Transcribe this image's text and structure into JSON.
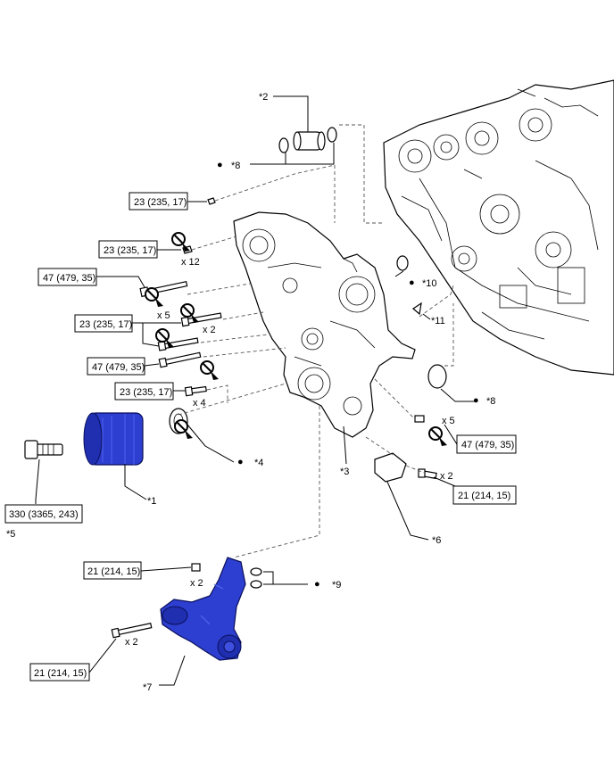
{
  "callouts": {
    "c2": "*2",
    "c8a": "*8",
    "c10": "*10",
    "c11": "*11",
    "c8b": "*8",
    "c4": "*4",
    "c3": "*3",
    "c1": "*1",
    "c5": "*5",
    "c6": "*6",
    "c9": "*9",
    "c7": "*7"
  },
  "bullet": "●",
  "torques": {
    "t1": "23 (235, 17)",
    "t2": "23 (235, 17)",
    "t3": "47 (479, 35)",
    "t4": "23 (235, 17)",
    "t5": "47 (479, 35)",
    "t6": "23 (235, 17)",
    "t7": "47 (479, 35)",
    "t8": "21 (214, 15)",
    "t9": "330 (3365, 243)",
    "t10": "21 (214, 15)",
    "t11": "21 (214, 15)"
  },
  "quantities": {
    "q12": "x 12",
    "q5a": "x 5",
    "q2a": "x 2",
    "q4": "x 4",
    "q5b": "x 5",
    "q2b": "x 2",
    "q2c": "x 2",
    "q2d": "x 2"
  },
  "colors": {
    "highlight": "#2d3fd0",
    "line": "#000000"
  },
  "icons": [
    "do-not-reuse-icon",
    "bullet-marker-icon"
  ]
}
